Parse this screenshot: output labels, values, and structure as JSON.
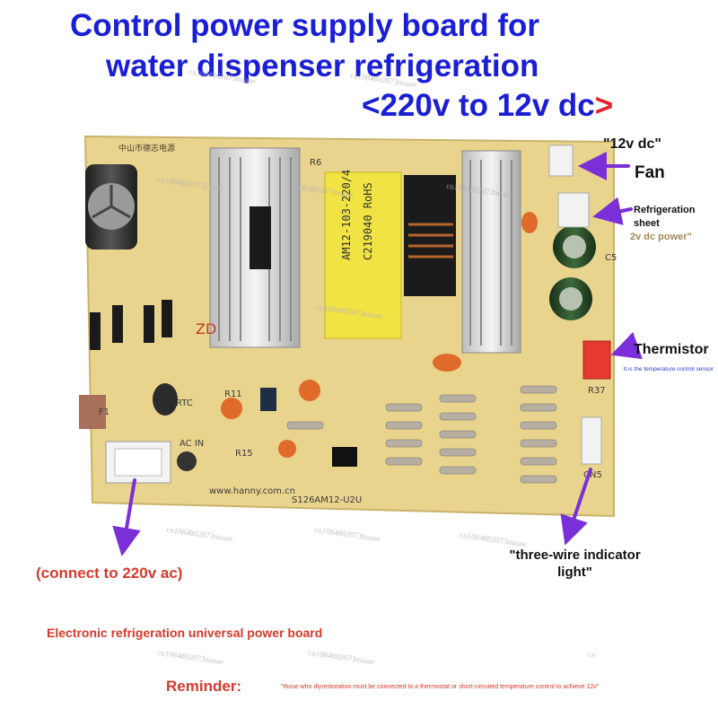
{
  "title": {
    "line1": "Control power supply board for",
    "line2": "water dispenser refrigeration",
    "line3_main": "<220v to 12v dc",
    "line3_accent": ">"
  },
  "labels": {
    "v12dc": "\"12v dc\"",
    "fan": "Fan",
    "refrigeration_sheet": "Refrigeration sheet",
    "dc_power": "2v dc power\"",
    "thermistor": "Thermistor",
    "sensor_note": "It is the temperature control sensor",
    "indicator": "\"three-wire indicator light\"",
    "ac_input": "(connect to 220v ac)",
    "universal": "Electronic refrigeration universal power board",
    "reminder": "Reminder:",
    "reminder_text": "\"those who diyrestoration must be connected to a thermostat or short-circuited temperature control to achieve 12v\""
  },
  "board_text": {
    "chinese_header": "中山市德志电源",
    "transformer_model": "AM12-103-220/4",
    "transformer_code": "C219040 RoHS",
    "website": "www.hanny.com.cn",
    "board_model": "S126AM12-U2U",
    "ac_in": "AC IN",
    "rtc": "RTC",
    "r15": "R15",
    "r6": "R6",
    "r11": "R11",
    "r37": "R37",
    "c5": "C5",
    "cn5": "CN5",
    "f1": "F1",
    "zd": "ZD"
  },
  "watermarks": [
    "cn1084802073nuaae",
    "cn1084802073nuaae",
    "cn1084802073nuaae",
    "cn1084802073nuaae",
    "cn1084802073nuaae",
    "cn1084802073nuaae",
    "cn1084802073nuaae",
    "cn1084802073nuaae",
    "cn1084802073nuaae",
    "cn1084802073nuaae",
    "cn1084802073nuaae",
    "cn"
  ],
  "colors": {
    "title": "#1a1fd6",
    "accent_red": "#e4202a",
    "arrow": "#7b2fd9",
    "note_red": "#d33a2c",
    "board": "#e9d48e"
  }
}
